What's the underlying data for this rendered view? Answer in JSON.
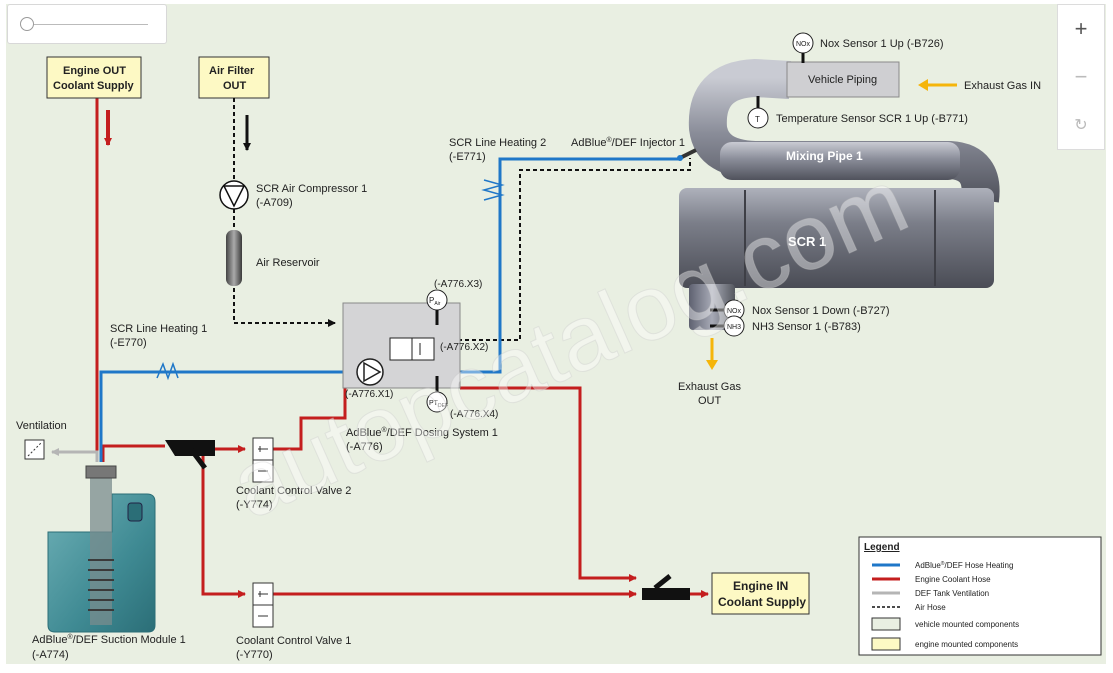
{
  "controls": {
    "zoom_in": "+",
    "zoom_out": "−",
    "reset": "↻"
  },
  "labels": {
    "engine_out": [
      "Engine OUT",
      "Coolant Supply"
    ],
    "air_filter": [
      "Air Filter",
      "OUT"
    ],
    "engine_in": [
      "Engine IN",
      "Coolant Supply"
    ],
    "compressor": [
      "SCR Air Compressor 1",
      "(-A709)"
    ],
    "reservoir": "Air Reservoir",
    "line_heat_1": [
      "SCR Line Heating 1",
      "(-E770)"
    ],
    "line_heat_2": [
      "SCR Line Heating 2",
      "(-E771)"
    ],
    "injector": {
      "pre": "AdBlue",
      "sup": "®",
      "post": "/DEF Injector 1"
    },
    "dosing": {
      "pre": "AdBlue",
      "sup": "®",
      "post": "/DEF Dosing System 1",
      "code": "(-A776)"
    },
    "x3": "(-A776.X3)",
    "x2": "(-A776.X2)",
    "x1": "(-A776.X1)",
    "x4": "(-A776.X4)",
    "p_air": "P",
    "p_air_sub": "Air",
    "pt_def": "PT",
    "pt_def_sub": "DEF",
    "ventilation": "Ventilation",
    "valve2": [
      "Coolant Control Valve 2",
      "(-Y774)"
    ],
    "valve1": [
      "Coolant Control Valve 1",
      "(-Y770)"
    ],
    "suction": {
      "pre": "AdBlue",
      "sup": "®",
      "post": "/DEF Suction Module 1",
      "code": "(-A774)"
    },
    "nox_up": "Nox Sensor 1 Up (-B726)",
    "nox": "NOx",
    "nh3": "NH3",
    "vehicle_piping": "Vehicle Piping",
    "exhaust_in": "Exhaust Gas IN",
    "temp_sensor": "Temperature Sensor SCR 1 Up (-B771)",
    "temp_letter": "T",
    "mixing_pipe": "Mixing Pipe 1",
    "scr": "SCR 1",
    "nox_down": "Nox Sensor 1 Down (-B727)",
    "nh3_sensor": "NH3 Sensor 1 (-B783)",
    "exhaust_out": [
      "Exhaust Gas",
      "OUT"
    ],
    "watermark": "autopcatalog.com"
  },
  "legend": {
    "title": "Legend",
    "items": [
      {
        "kind": "line",
        "color": "#1f77c8",
        "pre": "AdBlue",
        "sup": "®",
        "post": "/DEF Hose Heating"
      },
      {
        "kind": "line",
        "color": "#c41e1e",
        "pre": "Engine Coolant Hose",
        "sup": "",
        "post": ""
      },
      {
        "kind": "line",
        "color": "#b5b5b5",
        "pre": "DEF Tank Ventilation",
        "sup": "",
        "post": ""
      },
      {
        "kind": "dash",
        "color": "#111111",
        "pre": "Air Hose",
        "sup": "",
        "post": ""
      },
      {
        "kind": "box",
        "color": "#e9efe2",
        "pre": "vehicle mounted components",
        "sup": "",
        "post": ""
      },
      {
        "kind": "box",
        "color": "#fdf9c4",
        "pre": "engine mounted components",
        "sup": "",
        "post": ""
      }
    ]
  },
  "colors": {
    "def_hose": "#1f77c8",
    "coolant": "#c41e1e",
    "vent": "#b5b5b5",
    "air": "#111111",
    "vehicle_bg": "#e9efe2",
    "engine_bg": "#fdf9c4",
    "exhaust_arrow": "#f5b50a"
  },
  "icons": [
    "zoom-slider",
    "plus-icon",
    "minus-icon",
    "reset-icon"
  ]
}
